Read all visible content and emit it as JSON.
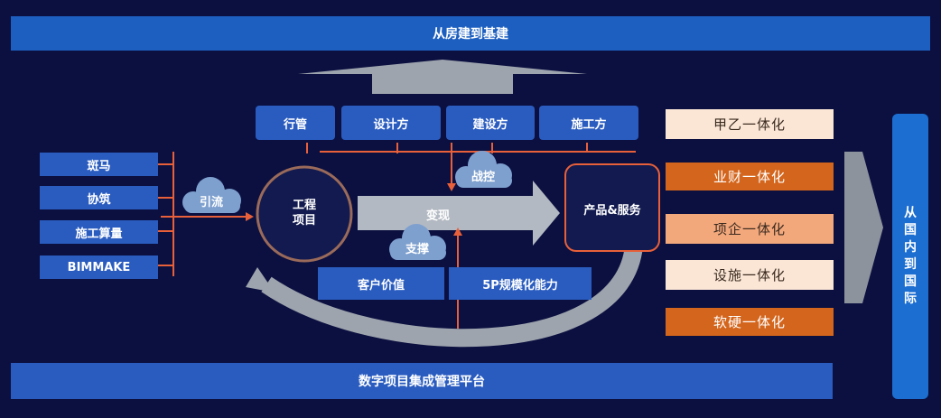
{
  "top_banner": "从房建到基建",
  "bottom_banner": "数字项目集成管理平台",
  "right_bar": "从国内到国际",
  "roles": [
    "行管",
    "设计方",
    "建设方",
    "施工方"
  ],
  "tools": [
    "斑马",
    "协筑",
    "施工算量",
    "BIMMAKE"
  ],
  "center": {
    "cloud_attract": "引流",
    "project": "工程\n项目",
    "arrow_label": "变现",
    "cloud_control": "战控",
    "cloud_support": "支撑",
    "products": "产品&服务"
  },
  "capabilities": [
    "客户价值",
    "5P规模化能力"
  ],
  "integrations": [
    {
      "label": "甲乙一体化",
      "style": "light"
    },
    {
      "label": "业财一体化",
      "style": "orange"
    },
    {
      "label": "项企一体化",
      "style": "peach"
    },
    {
      "label": "设施一体化",
      "style": "light"
    },
    {
      "label": "软硬一体化",
      "style": "orange"
    }
  ],
  "colors": {
    "background": "#0b1040",
    "box_blue": "#2a5cc0",
    "banner_blue": "#1c5fc0",
    "connector_orange": "#e8603a",
    "circle_brown": "#9a6a5a",
    "arrow_gray": "#9ea4ad"
  }
}
